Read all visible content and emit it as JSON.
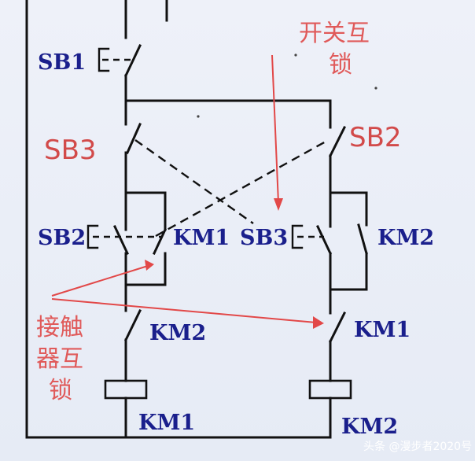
{
  "labels": {
    "sb1": "SB1",
    "sb3_left": "SB3",
    "sb2_right": "SB2",
    "sb2_mid": "SB2",
    "km1_mid": "KM1",
    "sb3_mid": "SB3",
    "km2_mid": "KM2",
    "km2_contact": "KM2",
    "km1_contact": "KM1",
    "km1_coil": "KM1",
    "km2_coil": "KM2"
  },
  "notes": {
    "switch_interlock_line1": "开关互",
    "switch_interlock_line2": "锁",
    "contactor_interlock_line1": "接触",
    "contactor_interlock_line2": "器互",
    "contactor_interlock_line3": "锁"
  },
  "watermark": "头条 @漫步者2020号",
  "colors": {
    "label_blue": "#1a1f8c",
    "label_red": "#d24a4a",
    "arrow_red": "#e24848",
    "wire": "#111111",
    "background": "#e8edf7"
  }
}
